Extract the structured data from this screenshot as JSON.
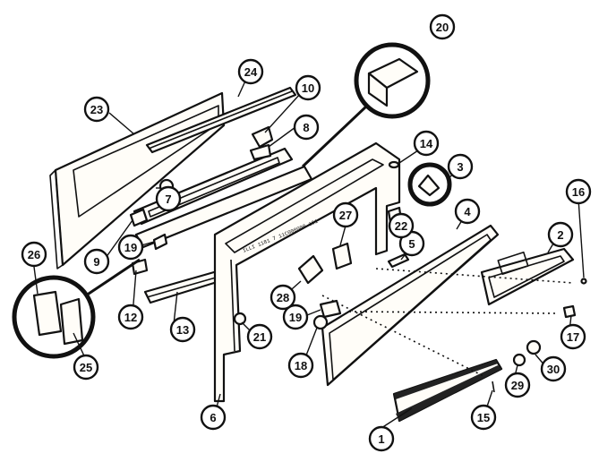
{
  "callouts": [
    {
      "id": "1",
      "label": "1"
    },
    {
      "id": "2",
      "label": "2"
    },
    {
      "id": "3",
      "label": "3"
    },
    {
      "id": "4",
      "label": "4"
    },
    {
      "id": "5",
      "label": "5"
    },
    {
      "id": "6",
      "label": "6"
    },
    {
      "id": "7",
      "label": "7"
    },
    {
      "id": "8",
      "label": "8"
    },
    {
      "id": "9",
      "label": "9"
    },
    {
      "id": "10",
      "label": "10"
    },
    {
      "id": "12",
      "label": "12"
    },
    {
      "id": "13",
      "label": "13"
    },
    {
      "id": "14",
      "label": "14"
    },
    {
      "id": "15",
      "label": "15"
    },
    {
      "id": "16",
      "label": "16"
    },
    {
      "id": "17",
      "label": "17"
    },
    {
      "id": "18",
      "label": "18"
    },
    {
      "id": "19a",
      "label": "19"
    },
    {
      "id": "19b",
      "label": "19"
    },
    {
      "id": "20",
      "label": "20"
    },
    {
      "id": "21",
      "label": "21"
    },
    {
      "id": "22",
      "label": "22"
    },
    {
      "id": "23",
      "label": "23"
    },
    {
      "id": "24",
      "label": "24"
    },
    {
      "id": "25",
      "label": "25"
    },
    {
      "id": "26",
      "label": "26"
    },
    {
      "id": "27",
      "label": "27"
    },
    {
      "id": "28",
      "label": "28"
    },
    {
      "id": "29",
      "label": "29"
    },
    {
      "id": "30",
      "label": "30"
    }
  ]
}
